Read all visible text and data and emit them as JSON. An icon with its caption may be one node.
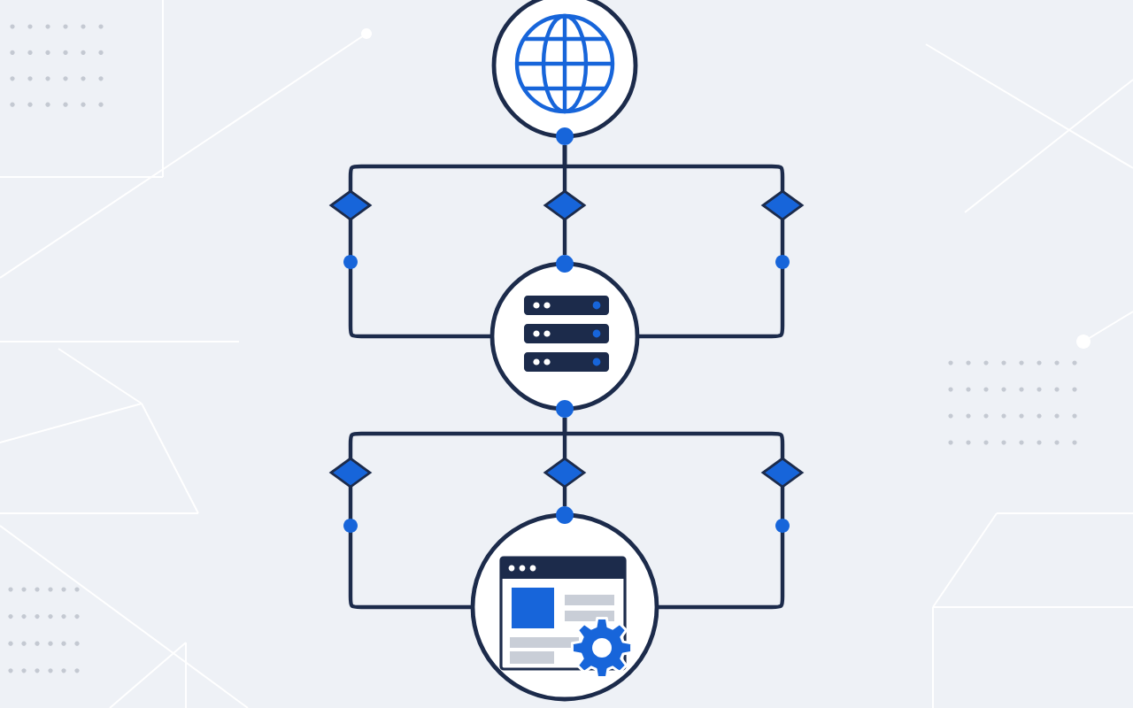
{
  "diagram": {
    "nodes": [
      {
        "text": [],
        "shape": "circle"
      },
      {
        "text": [],
        "shape": "diamond"
      },
      {
        "text": [],
        "shape": "diamond"
      },
      {
        "text": [],
        "shape": "diamond"
      },
      {
        "text": [],
        "shape": "circle"
      },
      {
        "text": [],
        "shape": "diamond"
      },
      {
        "text": [],
        "shape": "diamond"
      },
      {
        "text": [],
        "shape": "diamond"
      },
      {
        "text": [],
        "shape": "circle"
      }
    ],
    "edges": [
      {
        "from": 0,
        "to": 1,
        "arrow": "none"
      },
      {
        "from": 0,
        "to": 2,
        "arrow": "none"
      },
      {
        "from": 0,
        "to": 3,
        "arrow": "none"
      },
      {
        "from": 1,
        "to": 4,
        "arrow": "none"
      },
      {
        "from": 2,
        "to": 4,
        "arrow": "none"
      },
      {
        "from": 3,
        "to": 4,
        "arrow": "none"
      },
      {
        "from": 4,
        "to": 5,
        "arrow": "none"
      },
      {
        "from": 4,
        "to": 6,
        "arrow": "none"
      },
      {
        "from": 4,
        "to": 7,
        "arrow": "none"
      },
      {
        "from": 5,
        "to": 8,
        "arrow": "none"
      },
      {
        "from": 6,
        "to": 8,
        "arrow": "none"
      },
      {
        "from": 7,
        "to": 8,
        "arrow": "none"
      }
    ]
  }
}
